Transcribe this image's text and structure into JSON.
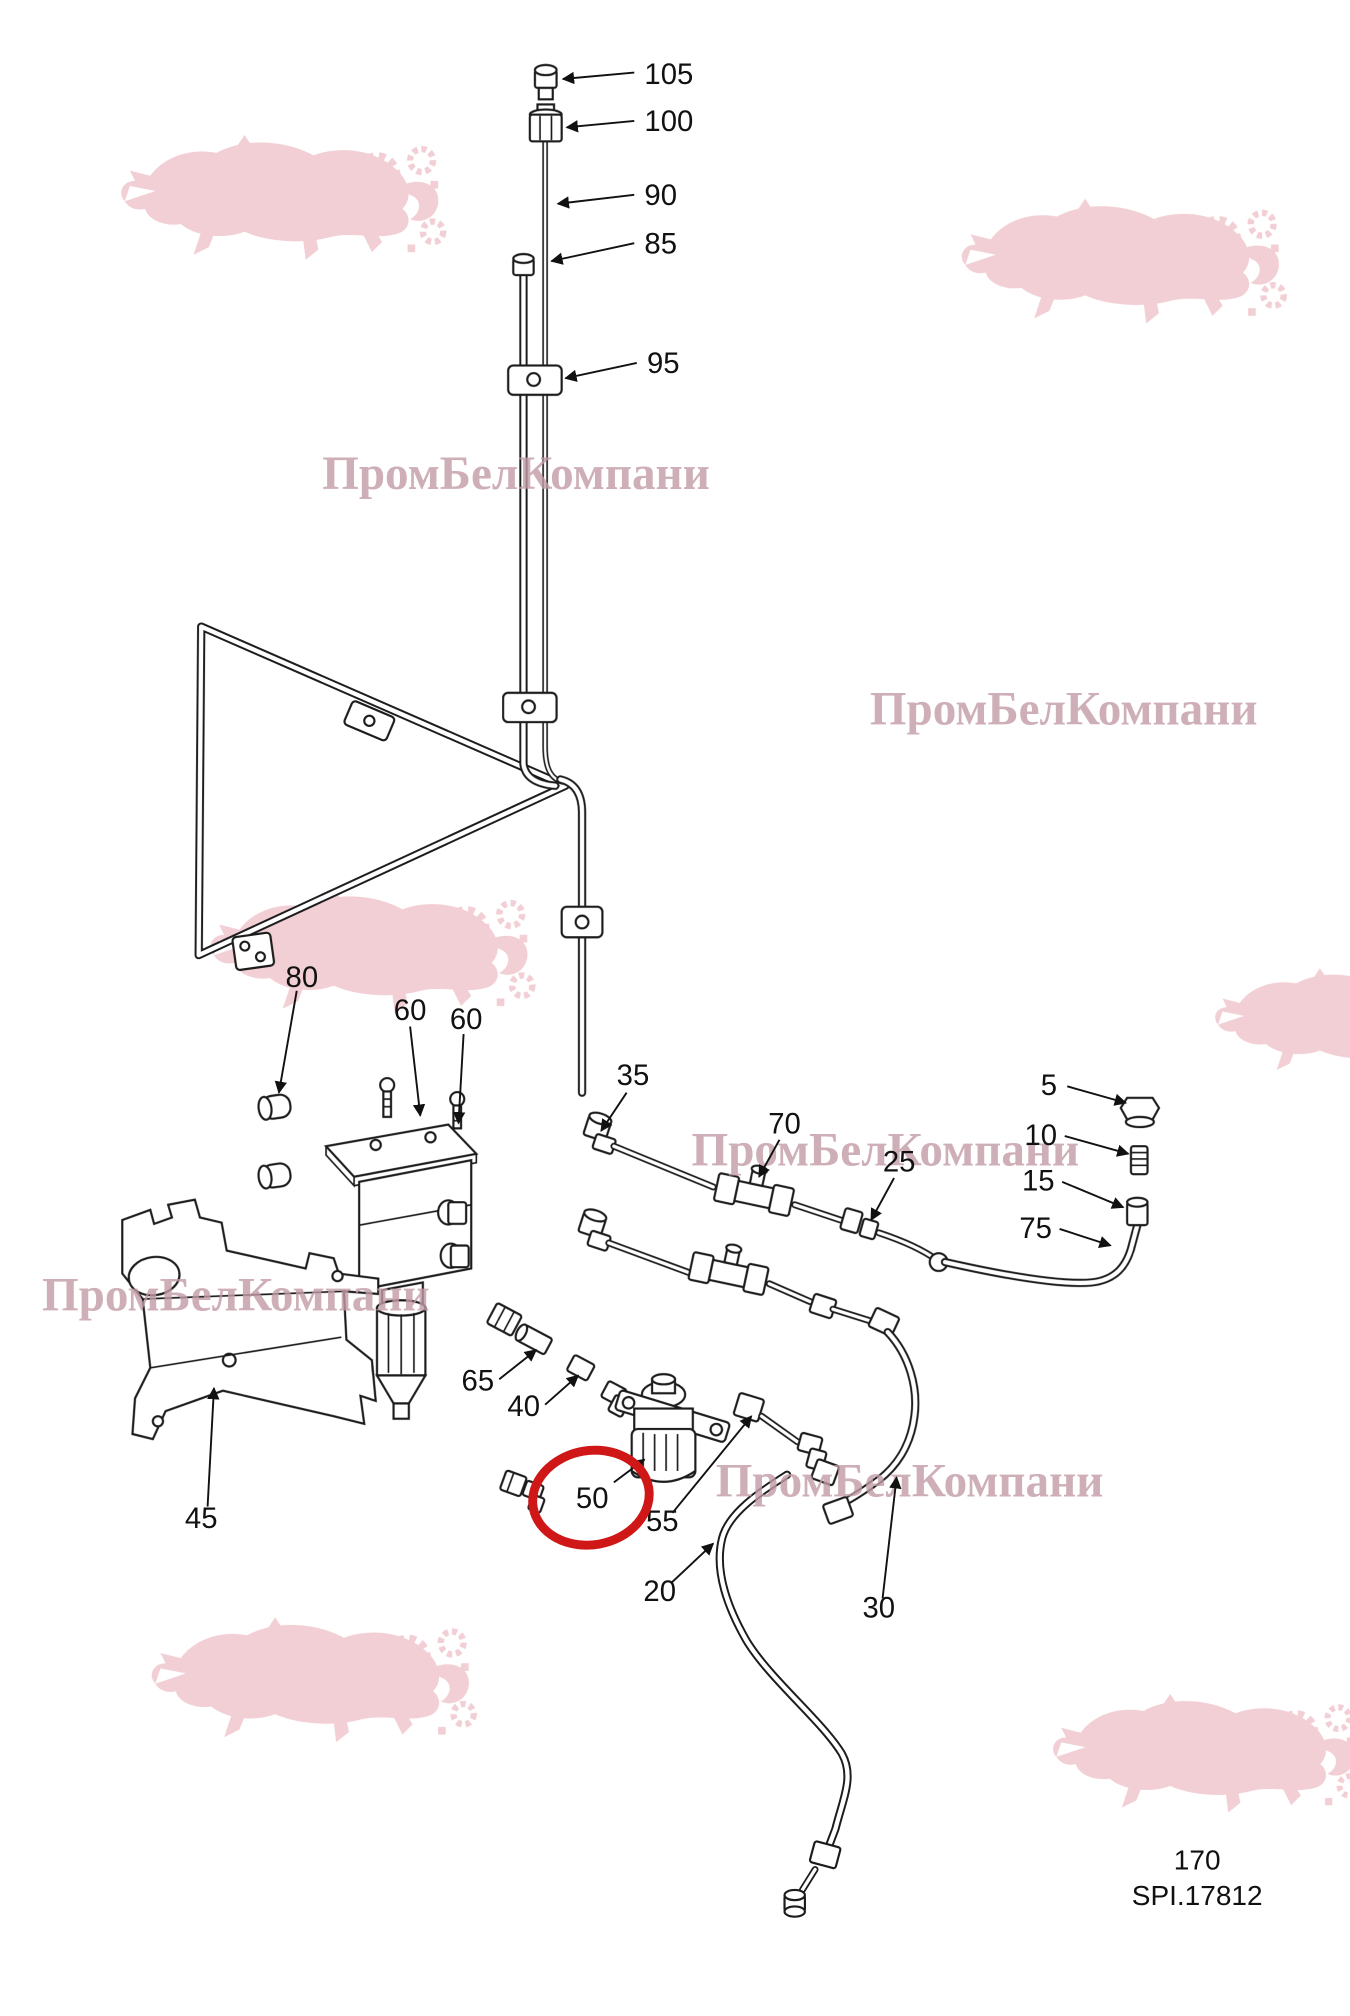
{
  "document": {
    "type": "exploded-parts-diagram",
    "page_number": "170",
    "drawing_code": "SPI.17812"
  },
  "watermark": {
    "text": "ПромБелКомпани"
  },
  "highlight": {
    "circled_part": "50",
    "color": "#cf1717"
  },
  "callouts": {
    "c105": "105",
    "c100": "100",
    "c90": "90",
    "c85": "85",
    "c95": "95",
    "c80": "80",
    "c60a": "60",
    "c60b": "60",
    "c35": "35",
    "c70": "70",
    "c25": "25",
    "c5": "5",
    "c10": "10",
    "c15": "15",
    "c75": "75",
    "c65": "65",
    "c40": "40",
    "c50": "50",
    "c55": "55",
    "c20": "20",
    "c30": "30",
    "c45": "45"
  }
}
